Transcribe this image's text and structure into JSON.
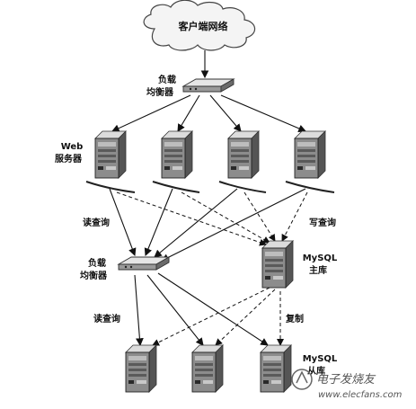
{
  "cloud_label": "客户端网络",
  "lb_top_label": [
    "负载",
    "均衡器"
  ],
  "web_label": [
    "Web",
    "服务器"
  ],
  "read_query_label": "读查询",
  "write_query_label": "写查询",
  "lb_mid_label": [
    "负载",
    "均衡器"
  ],
  "mysql_master_label": [
    "MySQL",
    "主库"
  ],
  "read_query_label_2": "读查询",
  "replication_label": "复制",
  "mysql_slave_label": [
    "MySQL",
    "从库"
  ],
  "watermark": "电子发烧友",
  "watermark_url": "www.elecfans.com"
}
